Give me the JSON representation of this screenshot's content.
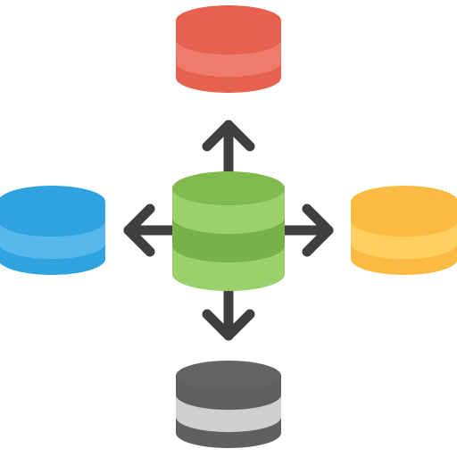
{
  "diagram": {
    "background": "#ffffff",
    "arrow_color": "#3f3f3f",
    "center": {
      "name": "central-database-icon",
      "colors": {
        "light": "#9bd16d",
        "dark": "#77b147",
        "top": "#80b94d"
      }
    },
    "nodes": [
      {
        "name": "top-database-icon",
        "colors": {
          "light": "#ef7b6c",
          "dark": "#e8604e",
          "top": "#e8604e"
        }
      },
      {
        "name": "left-database-icon",
        "colors": {
          "light": "#56b8ea",
          "dark": "#2ea3e0",
          "top": "#2ea3e0"
        }
      },
      {
        "name": "right-database-icon",
        "colors": {
          "light": "#ffd060",
          "dark": "#fbbb42",
          "top": "#fbbb42"
        }
      },
      {
        "name": "bottom-database-icon",
        "colors": {
          "light": "#cfcfcf",
          "dark": "#5f5f5f",
          "top": "#636363"
        }
      }
    ],
    "arrows": [
      {
        "name": "arrow-up-icon",
        "direction": "up"
      },
      {
        "name": "arrow-left-icon",
        "direction": "left"
      },
      {
        "name": "arrow-right-icon",
        "direction": "right"
      },
      {
        "name": "arrow-down-icon",
        "direction": "down"
      }
    ]
  }
}
